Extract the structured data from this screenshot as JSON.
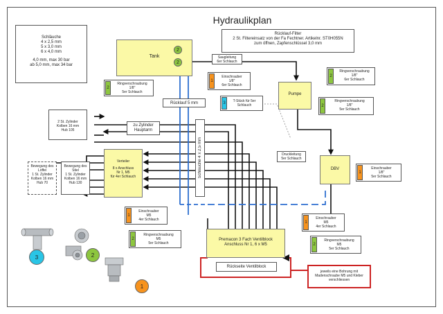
{
  "title": "Hydraulikplan",
  "colors": {
    "yellow_box": "#fbf9a6",
    "green": "#8dc63f",
    "orange": "#f7931e",
    "cyan": "#29c5e6",
    "blue_line": "#2e6fd0",
    "red_line": "#cc2222"
  },
  "legend": {
    "heading": "Schläuche",
    "sizes": [
      "4 x 2,5 mm",
      "5 x 3,0 mm",
      "6 x 4,0 mm"
    ],
    "pressure1": "4,0 mm, max 30 bar",
    "pressure2": "ab 5,0 mm, max 34 bar"
  },
  "filter_note": {
    "line1": "Rücklauf-Filter",
    "line2": "2 St. Filtereinsatz von der Fa Fechtner. Artikelnr. ST0H055N",
    "line3": "zum öffnen, Zapfenschlüssel 3,0 mm"
  },
  "tank": {
    "label": "Tank",
    "dot_top": "2",
    "dot_bottom": "2"
  },
  "saugleitung": {
    "line1": "Saugleitung",
    "line2": "6er Schlauch"
  },
  "ring_tank": {
    "tag": "2",
    "line1": "Ringverschraubung",
    "line2": "1/8\"",
    "line3": "5er Schlauch"
  },
  "einschr_tank": {
    "tag": "1",
    "line1": "Einschrauber",
    "line2": "1/8\"",
    "line3": "6er Schlauch"
  },
  "ring_pumpe_top": {
    "tag": "2",
    "line1": "Ringverschraubung",
    "line2": "1/8\"",
    "line3": "6er Schlauch"
  },
  "pumpe": {
    "label": "Pumpe"
  },
  "ring_pumpe_side": {
    "tag": "2",
    "line1": "Ringverschraubung",
    "line2": "1/8\"",
    "line3": "5er Schlauch"
  },
  "tstueck": {
    "tag": "3",
    "line1": "T-Stück für 5er",
    "line2": "Schlauch"
  },
  "ruecklauf": {
    "label": "Rücklauf 5 mm"
  },
  "zylinder": {
    "line1": "2 St. Zylinder",
    "line2": "Kolben 16 mm",
    "line3": "Hub 105"
  },
  "zu_zylinder": {
    "line1": "zu Zylinder",
    "line2": "Hauptarm"
  },
  "schlaeuche_vertical": "Schläuche 4 x 2,5 mm",
  "druckleitung": {
    "line1": "Druckleitung",
    "line2": "5er Schlauch"
  },
  "dbv": {
    "label": "DBV"
  },
  "einschr_dbv": {
    "tag": "1",
    "line1": "Einschrauber",
    "line2": "1/8\"",
    "line3": "5er Schlauch"
  },
  "verteiler": {
    "line1": "Verteiler",
    "line2": "8 x Anschluss",
    "line3": "Nr 1, M5",
    "line4": "für 4er Schlauch"
  },
  "loeffel": {
    "line1": "Bewegung des",
    "line2": "Löffel",
    "line3": "1 St. Zylinder",
    "line4": "Kolben 16 mm",
    "line5": "Hub 70"
  },
  "stiel": {
    "line1": "Bewegung des",
    "line2": "Stiel",
    "line3": "1 St. Zylinder",
    "line4": "Kolben 16 mm",
    "line5": "Hub 130"
  },
  "einschr_vert": {
    "tag": "1",
    "line1": "Einschrauber",
    "line2": "M5",
    "line3": "4er Schlauch"
  },
  "ring_vert": {
    "tag": "2",
    "line1": "Ringverschraubung",
    "line2": "M5",
    "line3": "5er Schlauch"
  },
  "einschr_ventil": {
    "tag": "1",
    "line1": "Einschrauber",
    "line2": "M5",
    "line3": "4er Schlauch"
  },
  "ring_ventil": {
    "tag": "2",
    "line1": "Ringverschraubung",
    "line2": "M5",
    "line3": "5er Schlauch"
  },
  "ventilblock": {
    "line1": "Premacon 3 Fach Ventilblock",
    "line2": "Anschluss Nr 1, 6 x M5"
  },
  "rueckseite": "Rückseite Ventilblock",
  "red_note": {
    "line1": "jeweils eine Bohrung mit",
    "line2": "Madenschraube M5 und Kleber",
    "line3": "verschliessen"
  },
  "fittings": {
    "f1": "1",
    "f2": "2",
    "f3": "3"
  }
}
